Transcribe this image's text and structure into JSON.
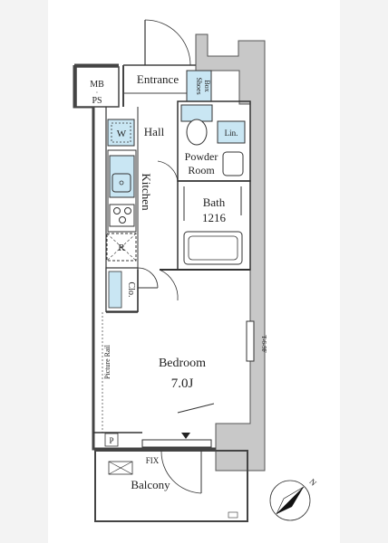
{
  "plan": {
    "rooms": {
      "entrance": "Entrance",
      "mb_ps_top": "MB",
      "mb_ps_dot": "·",
      "mb_ps_bottom": "PS",
      "shoes_box_1": "Shoes",
      "shoes_box_2": "Box",
      "hall": "Hall",
      "washer": "W",
      "linen": "Lin.",
      "powder_room_1": "Powder",
      "powder_room_2": "Room",
      "kitchen": "Kitchen",
      "bath": "Bath",
      "bath_size": "1216",
      "refrigerator": "R",
      "closet": "Clo.",
      "picture_rail": "Picture Rail",
      "bedroom": "Bedroom",
      "bedroom_size": "7.0J",
      "p_mark": "P",
      "fix": "FIX",
      "balcony": "Balcony",
      "wall_note": "T-6-9F"
    },
    "colors": {
      "wall": "#c8c8c8",
      "wall_stroke": "#555555",
      "fixture_blue": "#c9e6f3",
      "line": "#333333"
    },
    "compass": {
      "icon": "north-arrow-icon",
      "label": "N"
    }
  }
}
